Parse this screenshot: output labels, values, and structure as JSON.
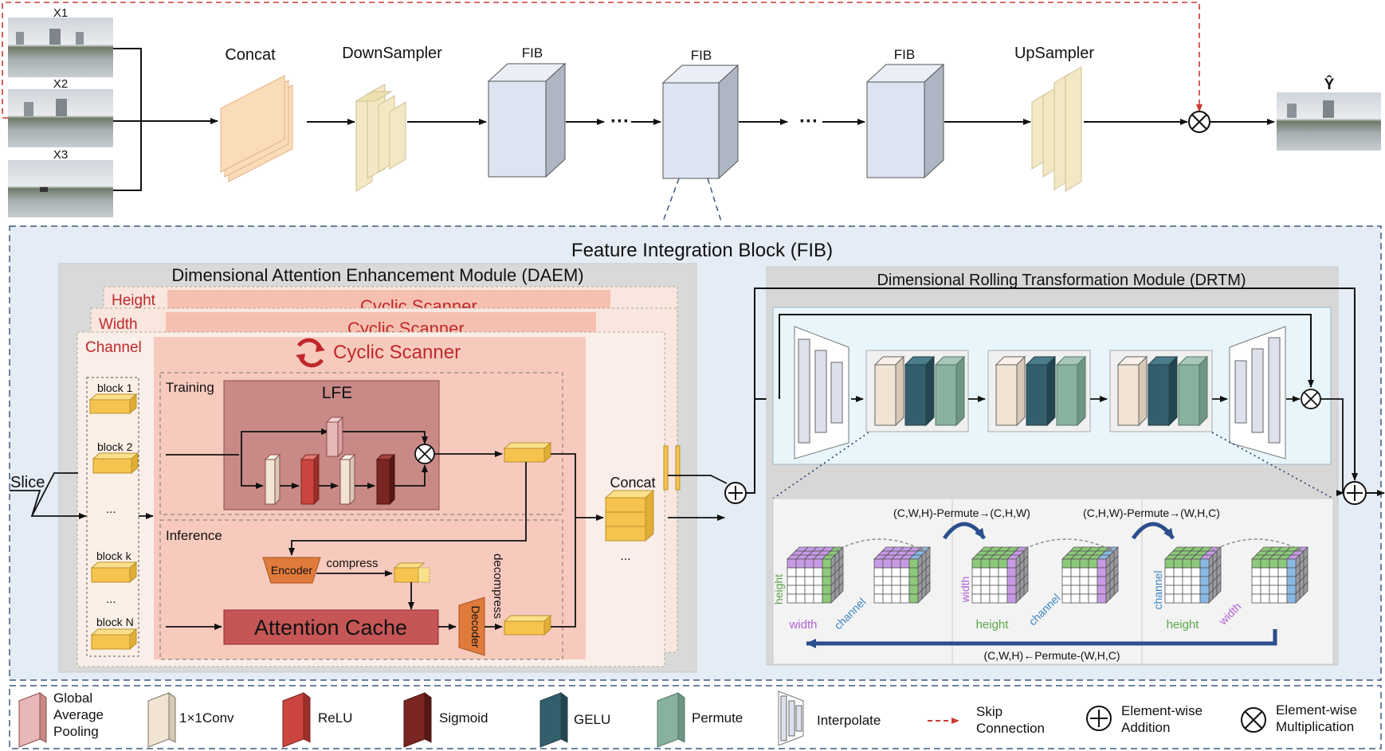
{
  "inputs": [
    "X1",
    "X2",
    "X3"
  ],
  "output_label": "Ŷ",
  "pipeline": {
    "concat": "Concat",
    "downsampler": "DownSampler",
    "fib": "FIB",
    "ellipsis": "···",
    "upsampler": "UpSampler"
  },
  "fib_block": {
    "title": "Feature Integration Block (FIB)",
    "daem": {
      "title": "Dimensional Attention Enhancement Module (DAEM)",
      "layers": [
        "Height",
        "Width",
        "Channel"
      ],
      "cyclic_scanner": "Cyclic Scanner",
      "slice": "Slice",
      "blocks": [
        "block 1",
        "block 2",
        "...",
        "block k",
        "...",
        "block N"
      ],
      "training": "Training",
      "inference": "Inference",
      "lfe": "LFE",
      "encoder": "Encoder",
      "decoder": "Decoder",
      "compress": "compress",
      "decompress": "decompress",
      "attention_cache": "Attention Cache",
      "concat": "Concat",
      "ellipsis": "..."
    },
    "drtm": {
      "title": "Dimensional Rolling Transformation Module (DRTM)",
      "permute_1": "(C,W,H)-Permute→(C,H,W)",
      "permute_2": "(C,H,W)-Permute→(W,H,C)",
      "permute_back": "(C,W,H)←Permute-(W,H,C)",
      "axis": {
        "height": "height",
        "width": "width",
        "channel": "channel"
      }
    }
  },
  "legend": [
    {
      "label": "Global\nAverage\nPooling",
      "icon": "gap-icon",
      "color": "#e8b8b8"
    },
    {
      "label": "1×1Conv",
      "icon": "conv-icon",
      "color": "#f1e4d3"
    },
    {
      "label": "ReLU",
      "icon": "relu-icon",
      "color": "#c9453d"
    },
    {
      "label": "Sigmoid",
      "icon": "sigmoid-icon",
      "color": "#7a2521"
    },
    {
      "label": "GELU",
      "icon": "gelu-icon",
      "color": "#335f6c"
    },
    {
      "label": "Permute",
      "icon": "permute-icon",
      "color": "#88b19f"
    },
    {
      "label": "Interpolate",
      "icon": "interpolate-icon",
      "color": "#dde1ec"
    },
    {
      "label": "Skip\nConnection",
      "icon": "skip-icon",
      "color": "#c83a32"
    },
    {
      "label": "Element-wise\nAddition",
      "icon": "add-icon",
      "color": "#222222"
    },
    {
      "label": "Element-wise\nMultiplication",
      "icon": "mul-icon",
      "color": "#222222"
    }
  ],
  "colors": {
    "fib_cube": "#dce4f2",
    "concat_sheet": "#fbdcb8",
    "sampler_sheet": "#f3e8c4",
    "block_cube": "#f6c44e",
    "skip": "#c83a32",
    "fib_panel": "#e4ecf5",
    "daem_panel": "#d9d9d9",
    "drtm_panel": "#d7d7d7",
    "permute_arrow": "#2b4e8c",
    "scanner": "#c0282c"
  }
}
